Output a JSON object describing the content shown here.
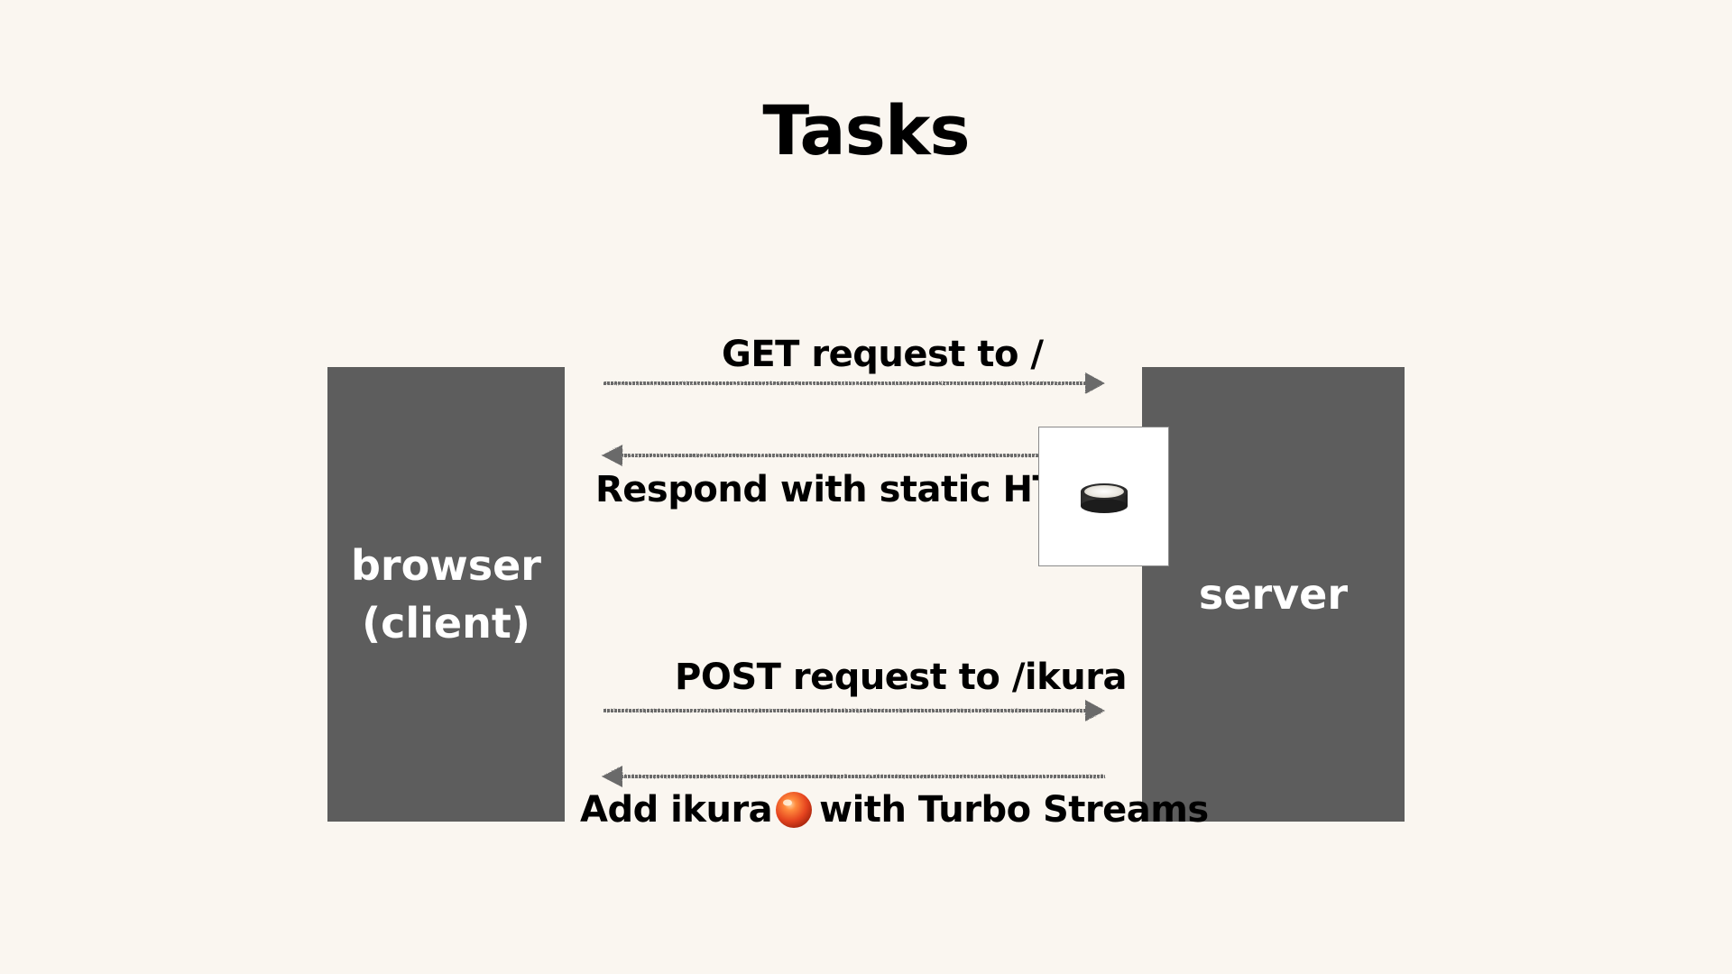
{
  "slide": {
    "title": "Tasks"
  },
  "nodes": {
    "browser": {
      "label": "browser\n(client)"
    },
    "server": {
      "label": "server"
    }
  },
  "messages": [
    {
      "label": "GET request to /",
      "direction": "to-server"
    },
    {
      "label": "Respond with static HTML",
      "direction": "to-client"
    },
    {
      "label": "POST request to /ikura",
      "direction": "to-server"
    },
    {
      "label_before": "Add ikura",
      "label_after": "with Turbo Streams",
      "icon": "ikura-icon",
      "direction": "to-client"
    }
  ],
  "images": {
    "sushi": {
      "icon": "sushi-roll-icon"
    }
  },
  "colors": {
    "background": "#faf6f0",
    "box": "#5d5d5d",
    "arrow": "#6a6a6a",
    "box_text": "#ffffff",
    "ikura": "#e8502a"
  }
}
